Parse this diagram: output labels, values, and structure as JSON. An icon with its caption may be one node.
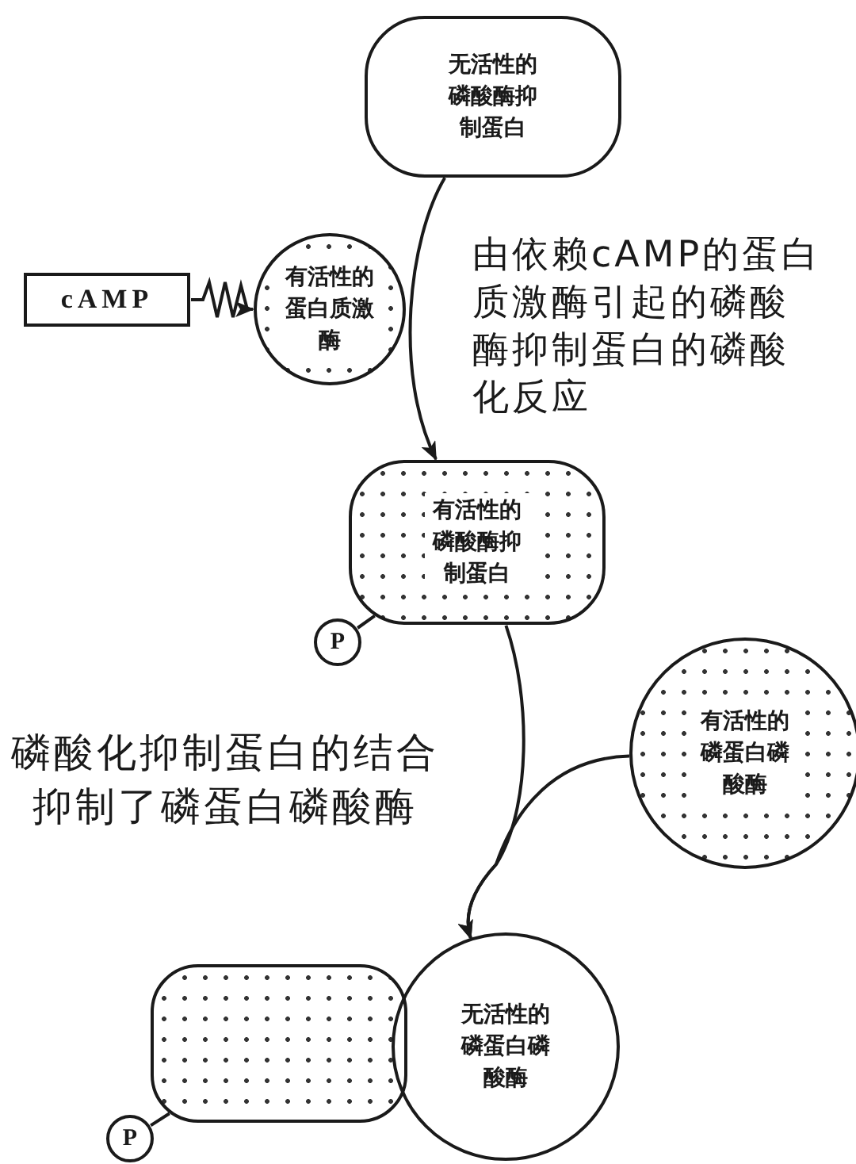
{
  "diagram": {
    "nodes": [
      {
        "text": [
          "无活性的磷酸酶抑制蛋白"
        ]
      },
      {
        "text": [
          "cAMP"
        ]
      },
      {
        "text": [
          "有活性的蛋白质激酶"
        ]
      },
      {
        "text": [
          "有活性的磷酸酶抑制蛋白"
        ]
      },
      {
        "text": [
          "P"
        ]
      },
      {
        "text": [
          "有活性的磷蛋白磷酸酶"
        ]
      },
      {
        "text": [],
        "shape": "box"
      },
      {
        "text": [
          "无活性的磷蛋白磷酸酶"
        ]
      },
      {
        "text": [
          "P"
        ]
      }
    ],
    "edges": [
      {
        "from": 1,
        "to": 2,
        "arrow": "to"
      },
      {
        "from": 0,
        "to": 3,
        "arrow": "to",
        "label": "由依赖cAMP的蛋白质激酶引起的磷酸酶抑制蛋白的磷酸化反应"
      },
      {
        "from": 3,
        "to": 7,
        "arrow": "to",
        "label": "磷酸化抑制蛋白的结合抑制了磷蛋白磷酸酶"
      },
      {
        "from": 5,
        "to": 7,
        "arrow": "to"
      },
      {
        "from": 4,
        "to": 3,
        "arrow": "none"
      },
      {
        "from": 8,
        "to": 6,
        "arrow": "none"
      }
    ]
  }
}
